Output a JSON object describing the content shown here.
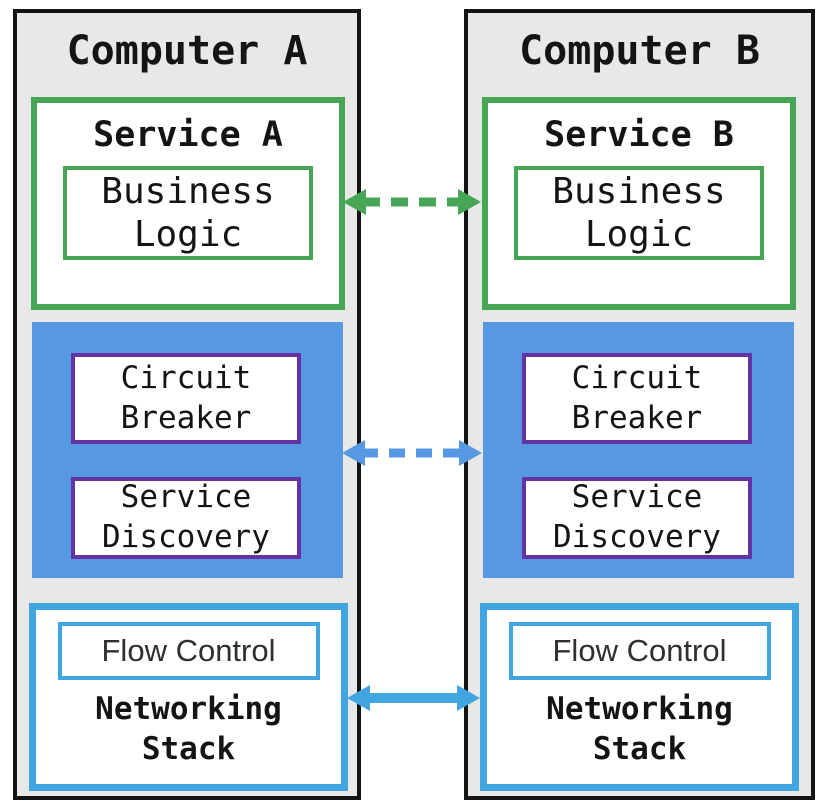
{
  "diagram": {
    "computers": [
      {
        "title": "Computer A",
        "service": {
          "title": "Service A",
          "component": "Business Logic"
        },
        "middleware": {
          "circuit_breaker": "Circuit Breaker",
          "service_discovery": "Service Discovery"
        },
        "network": {
          "flow_control": "Flow Control",
          "title": "Networking Stack"
        }
      },
      {
        "title": "Computer B",
        "service": {
          "title": "Service B",
          "component": "Business Logic"
        },
        "middleware": {
          "circuit_breaker": "Circuit Breaker",
          "service_discovery": "Service Discovery"
        },
        "network": {
          "flow_control": "Flow Control",
          "title": "Networking Stack"
        }
      }
    ],
    "links": [
      {
        "name": "service-to-service",
        "style": "dashed",
        "color": "#47a656"
      },
      {
        "name": "middleware-to-middleware",
        "style": "dashed",
        "color": "#5798e2"
      },
      {
        "name": "network-to-network",
        "style": "solid",
        "color": "#41a6e0"
      }
    ],
    "colors": {
      "computer_fill": "#e8e8e8",
      "computer_border": "#141414",
      "service_green": "#47a656",
      "middleware_blue": "#5798e2",
      "component_purple": "#6333a6",
      "network_blue": "#41a6e0",
      "text": "#141414"
    }
  }
}
